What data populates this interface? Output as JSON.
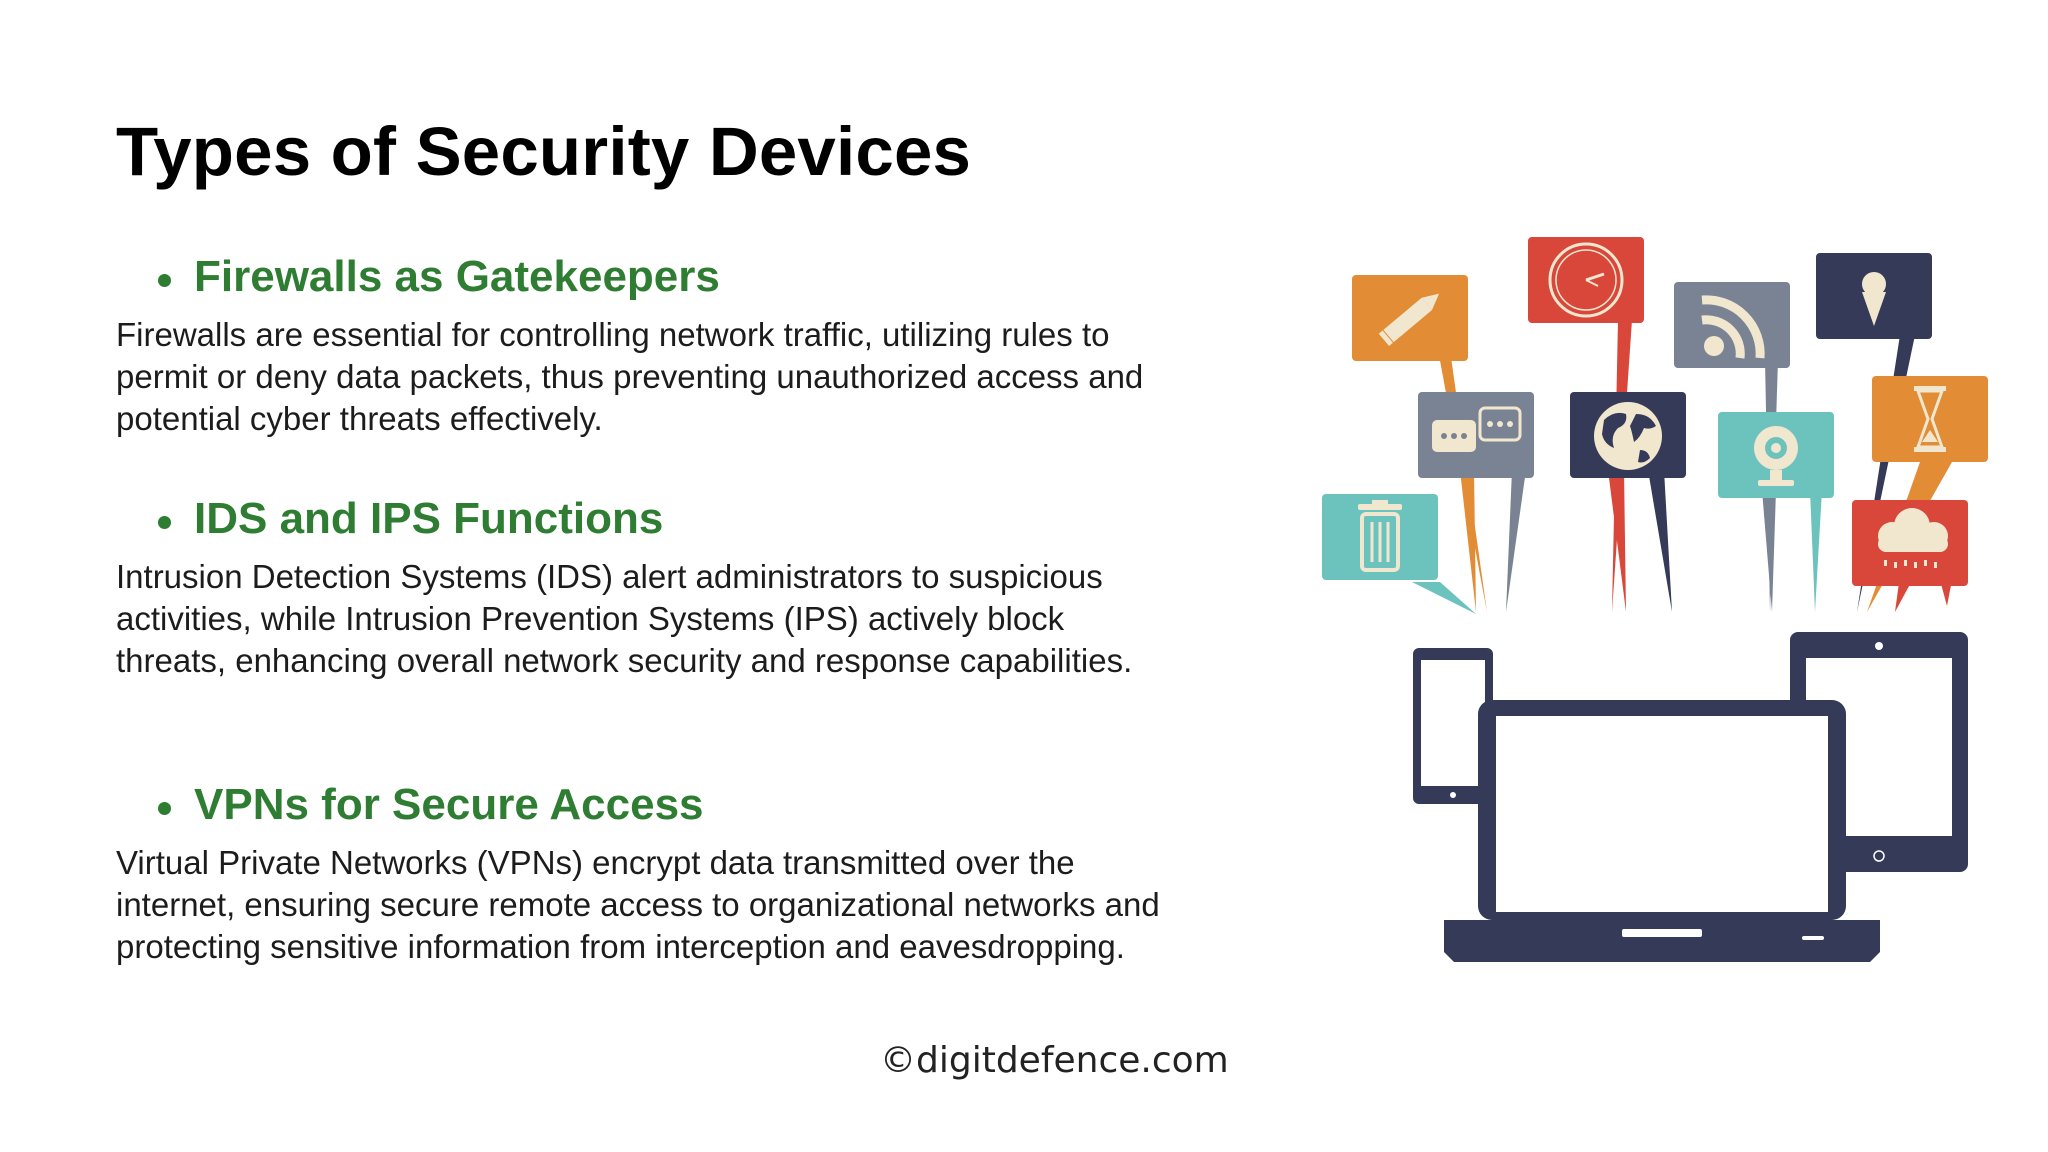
{
  "slide": {
    "title": "Types of Security Devices",
    "sections": [
      {
        "heading": "Firewalls as Gatekeepers",
        "body": "Firewalls are essential for controlling network traffic, utilizing rules to permit or deny data packets, thus preventing unauthorized access and potential cyber threats effectively."
      },
      {
        "heading": "IDS and IPS Functions",
        "body": "Intrusion Detection Systems (IDS) alert administrators to suspicious activities, while Intrusion Prevention Systems (IPS) actively block threats, enhancing overall network security and response capabilities."
      },
      {
        "heading": "VPNs for Secure Access",
        "body": "Virtual Private Networks (VPNs) encrypt data transmitted over the internet, ensuring secure remote access to organizational networks and protecting sensitive information from interception and eavesdropping."
      }
    ],
    "footer": "©digitdefence.com"
  },
  "illustration": {
    "icons": [
      "pencil-icon",
      "clock-icon",
      "rss-icon",
      "ice-cream-icon",
      "chat-icon",
      "globe-icon",
      "webcam-icon",
      "hourglass-icon",
      "trash-icon",
      "cloud-rain-icon"
    ],
    "devices": [
      "phone",
      "laptop",
      "tablet"
    ],
    "colors": {
      "orange": "#e38c36",
      "red": "#d9473a",
      "gray": "#7a8394",
      "navy": "#343a58",
      "teal": "#6cc3bd",
      "cream": "#f1e7cf",
      "heading_green": "#2e7d32"
    }
  }
}
